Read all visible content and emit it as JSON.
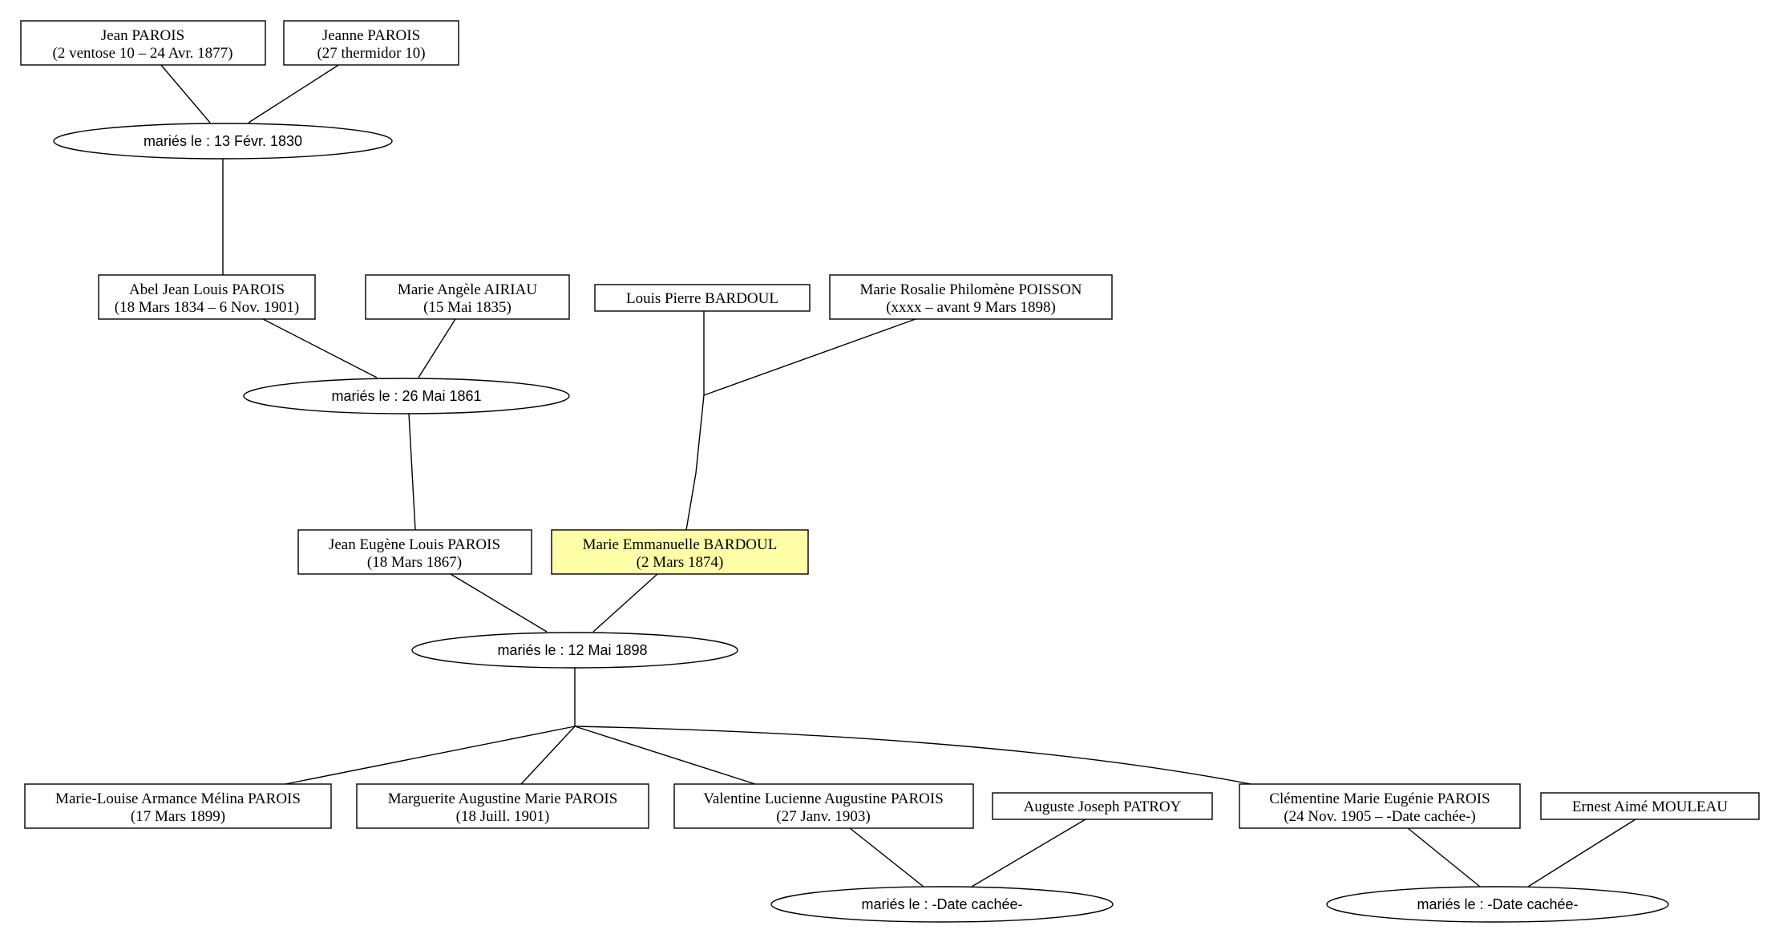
{
  "colors": {
    "highlight": "#ffffa8",
    "stroke": "#000000",
    "background": "#ffffff"
  },
  "people": {
    "jean_parois": {
      "name": "Jean PAROIS",
      "dates": "(2 ventose 10 – 24 Avr. 1877)"
    },
    "jeanne_parois": {
      "name": "Jeanne PAROIS",
      "dates": "(27 thermidor 10)"
    },
    "abel_parois": {
      "name": "Abel Jean Louis PAROIS",
      "dates": "(18 Mars 1834 – 6 Nov. 1901)"
    },
    "marie_angele_airiau": {
      "name": "Marie Angèle AIRIAU",
      "dates": "(15 Mai 1835)"
    },
    "louis_pierre_bardoul": {
      "name": "Louis Pierre BARDOUL",
      "dates": ""
    },
    "marie_rosalie_poisson": {
      "name": "Marie Rosalie Philomène POISSON",
      "dates": "(xxxx – avant 9 Mars 1898)"
    },
    "jean_eugene_parois": {
      "name": "Jean Eugène Louis PAROIS",
      "dates": "(18 Mars 1867)"
    },
    "marie_emmanuelle_bardoul": {
      "name": "Marie Emmanuelle BARDOUL",
      "dates": "(2 Mars 1874)"
    },
    "marie_louise_parois": {
      "name": "Marie-Louise Armance Mélina PAROIS",
      "dates": "(17 Mars 1899)"
    },
    "marguerite_parois": {
      "name": "Marguerite Augustine Marie PAROIS",
      "dates": "(18 Juill. 1901)"
    },
    "valentine_parois": {
      "name": "Valentine Lucienne Augustine PAROIS",
      "dates": "(27 Janv. 1903)"
    },
    "auguste_patroy": {
      "name": "Auguste Joseph PATROY",
      "dates": ""
    },
    "clementine_parois": {
      "name": "Clémentine Marie Eugénie PAROIS",
      "dates": "(24 Nov. 1905 – -Date cachée-)"
    },
    "ernest_mouleau": {
      "name": "Ernest Aimé MOULEAU",
      "dates": ""
    }
  },
  "unions": {
    "u1830": {
      "label": "mariés le : 13 Févr. 1830"
    },
    "u1861": {
      "label": "mariés le : 26 Mai 1861"
    },
    "u1898": {
      "label": "mariés le : 12 Mai 1898"
    },
    "u_valentine": {
      "label": "mariés le : -Date cachée-"
    },
    "u_clementine": {
      "label": "mariés le : -Date cachée-"
    }
  }
}
